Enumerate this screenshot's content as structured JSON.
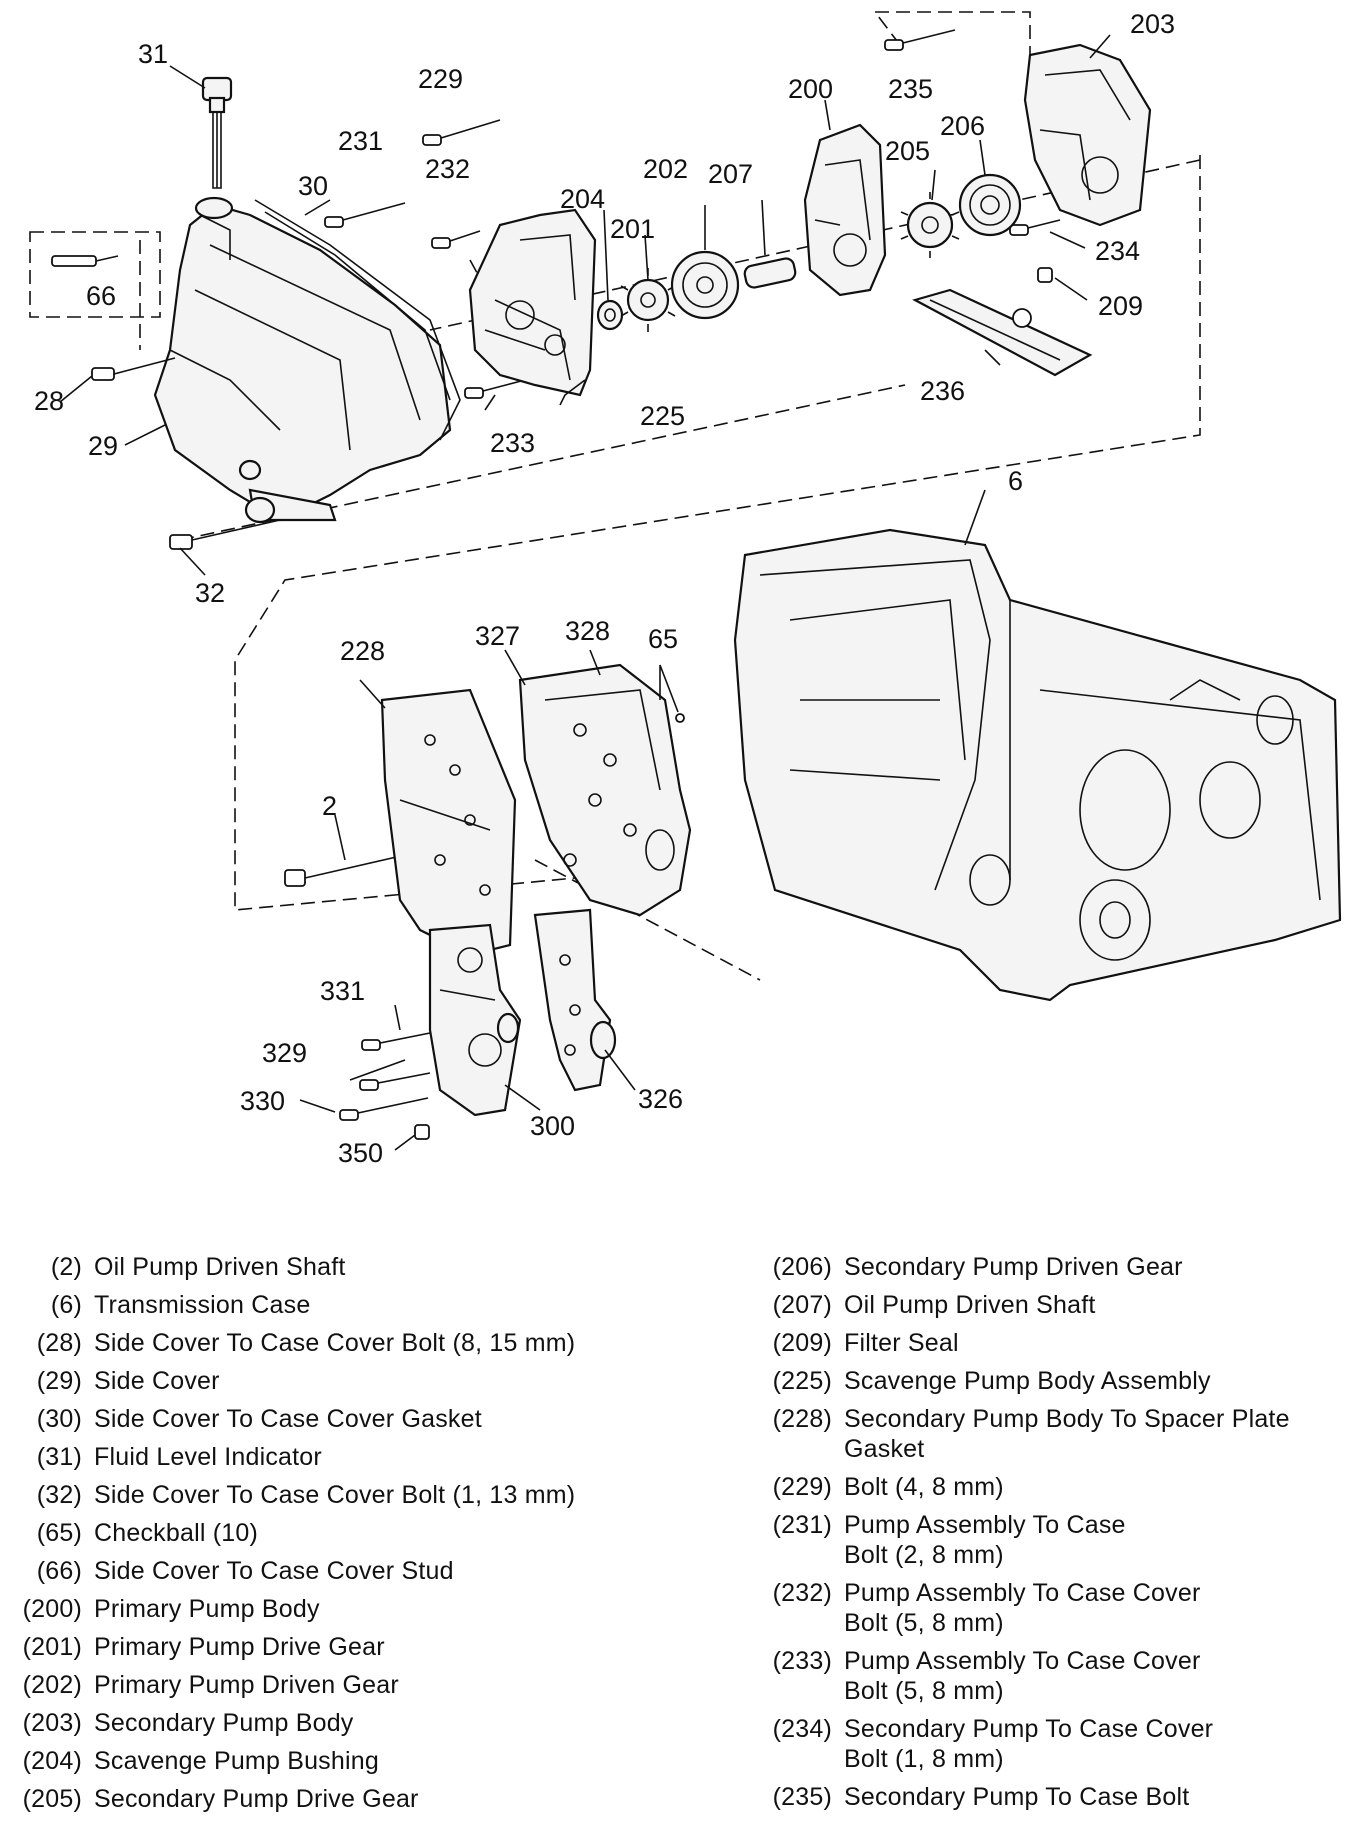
{
  "callouts": {
    "c2": "2",
    "c6": "6",
    "c28": "28",
    "c29": "29",
    "c30": "30",
    "c31": "31",
    "c32": "32",
    "c65": "65",
    "c66": "66",
    "c200": "200",
    "c201": "201",
    "c202": "202",
    "c203": "203",
    "c204": "204",
    "c205": "205",
    "c206": "206",
    "c207": "207",
    "c209": "209",
    "c225": "225",
    "c228": "228",
    "c229": "229",
    "c231": "231",
    "c232": "232",
    "c233": "233",
    "c234": "234",
    "c235": "235",
    "c236": "236",
    "c300": "300",
    "c326": "326",
    "c327": "327",
    "c328": "328",
    "c329": "329",
    "c330": "330",
    "c331": "331",
    "c350": "350"
  },
  "legend": {
    "left": [
      {
        "code": "(2)",
        "text": "Oil Pump Driven Shaft"
      },
      {
        "code": "(6)",
        "text": "Transmission Case"
      },
      {
        "code": "(28)",
        "text": "Side Cover To Case Cover Bolt (8, 15 mm)"
      },
      {
        "code": "(29)",
        "text": "Side Cover"
      },
      {
        "code": "(30)",
        "text": "Side Cover To Case Cover Gasket"
      },
      {
        "code": "(31)",
        "text": "Fluid Level Indicator"
      },
      {
        "code": "(32)",
        "text": "Side Cover To Case Cover Bolt (1, 13 mm)"
      },
      {
        "code": "(65)",
        "text": "Checkball (10)"
      },
      {
        "code": "(66)",
        "text": "Side Cover To Case Cover Stud"
      },
      {
        "code": "(200)",
        "text": "Primary Pump Body"
      },
      {
        "code": "(201)",
        "text": "Primary Pump Drive Gear"
      },
      {
        "code": "(202)",
        "text": "Primary Pump Driven Gear"
      },
      {
        "code": "(203)",
        "text": "Secondary Pump Body"
      },
      {
        "code": "(204)",
        "text": "Scavenge Pump Bushing"
      },
      {
        "code": "(205)",
        "text": "Secondary Pump Drive Gear"
      }
    ],
    "right": [
      {
        "code": "(206)",
        "text": "Secondary Pump Driven Gear"
      },
      {
        "code": "(207)",
        "text": "Oil Pump Driven Shaft"
      },
      {
        "code": "(209)",
        "text": "Filter Seal"
      },
      {
        "code": "(225)",
        "text": "Scavenge Pump Body Assembly"
      },
      {
        "code": "(228)",
        "text": "Secondary Pump Body To Spacer Plate\nGasket"
      },
      {
        "code": "(229)",
        "text": "Bolt (4, 8 mm)"
      },
      {
        "code": "(231)",
        "text": "Pump Assembly To Case\nBolt (2, 8 mm)"
      },
      {
        "code": "(232)",
        "text": "Pump Assembly To Case Cover\nBolt (5, 8 mm)"
      },
      {
        "code": "(233)",
        "text": "Pump Assembly To Case Cover\nBolt (5, 8 mm)"
      },
      {
        "code": "(234)",
        "text": "Secondary Pump To Case Cover\nBolt (1, 8 mm)"
      },
      {
        "code": "(235)",
        "text": "Secondary Pump To Case Bolt"
      }
    ]
  }
}
